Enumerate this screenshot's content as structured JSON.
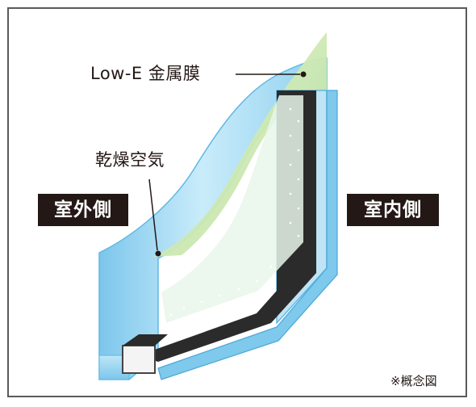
{
  "labels": {
    "lowe_film": "Low-E 金属膜",
    "dry_air": "乾燥空気",
    "outdoor_side": "室外側",
    "indoor_side": "室内側",
    "note": "※概念図"
  },
  "colors": {
    "frame": "#5a5a5a",
    "glass_outer": "#a9dcf2",
    "glass_edge": "#5fb8e3",
    "lowe_coating": "#c8e6a6",
    "spacer": "#2b2b2b",
    "tag_bg": "#231815",
    "text": "#231815"
  },
  "icons": [
    "leader-line",
    "leader-dot",
    "desiccant-dots"
  ]
}
